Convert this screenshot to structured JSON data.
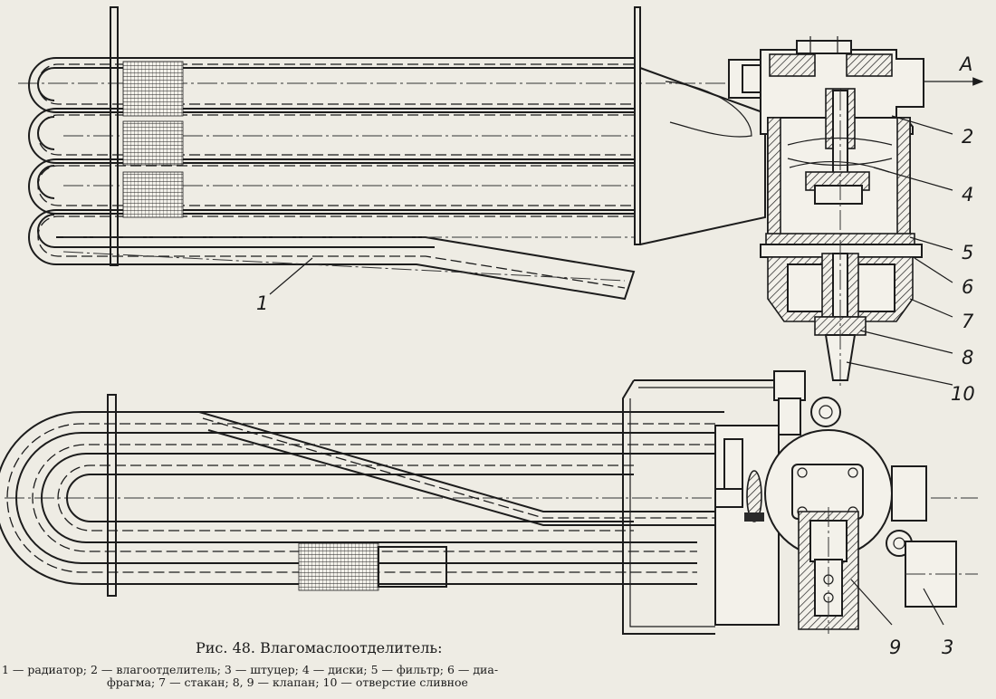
{
  "figure": {
    "title": "Рис. 48. Влагомаслоотделитель:",
    "legend_line1": "1 — радиатор;  2 — влагоотделитель;  3 — штуцер;  4 — диски;  5 — фильтр;  6 — диа-",
    "legend_line2": "фрагма; 7 — стакан; 8, 9 — клапан; 10 — отверстие сливное"
  },
  "labels": {
    "p1": "1",
    "p2": "2",
    "p3": "3",
    "p4": "4",
    "p5": "5",
    "p6": "6",
    "p7": "7",
    "p8": "8",
    "p9": "9",
    "p10": "10",
    "flow": "A"
  },
  "colors": {
    "paper": "#eeece4",
    "ink": "#1c1c1c"
  }
}
